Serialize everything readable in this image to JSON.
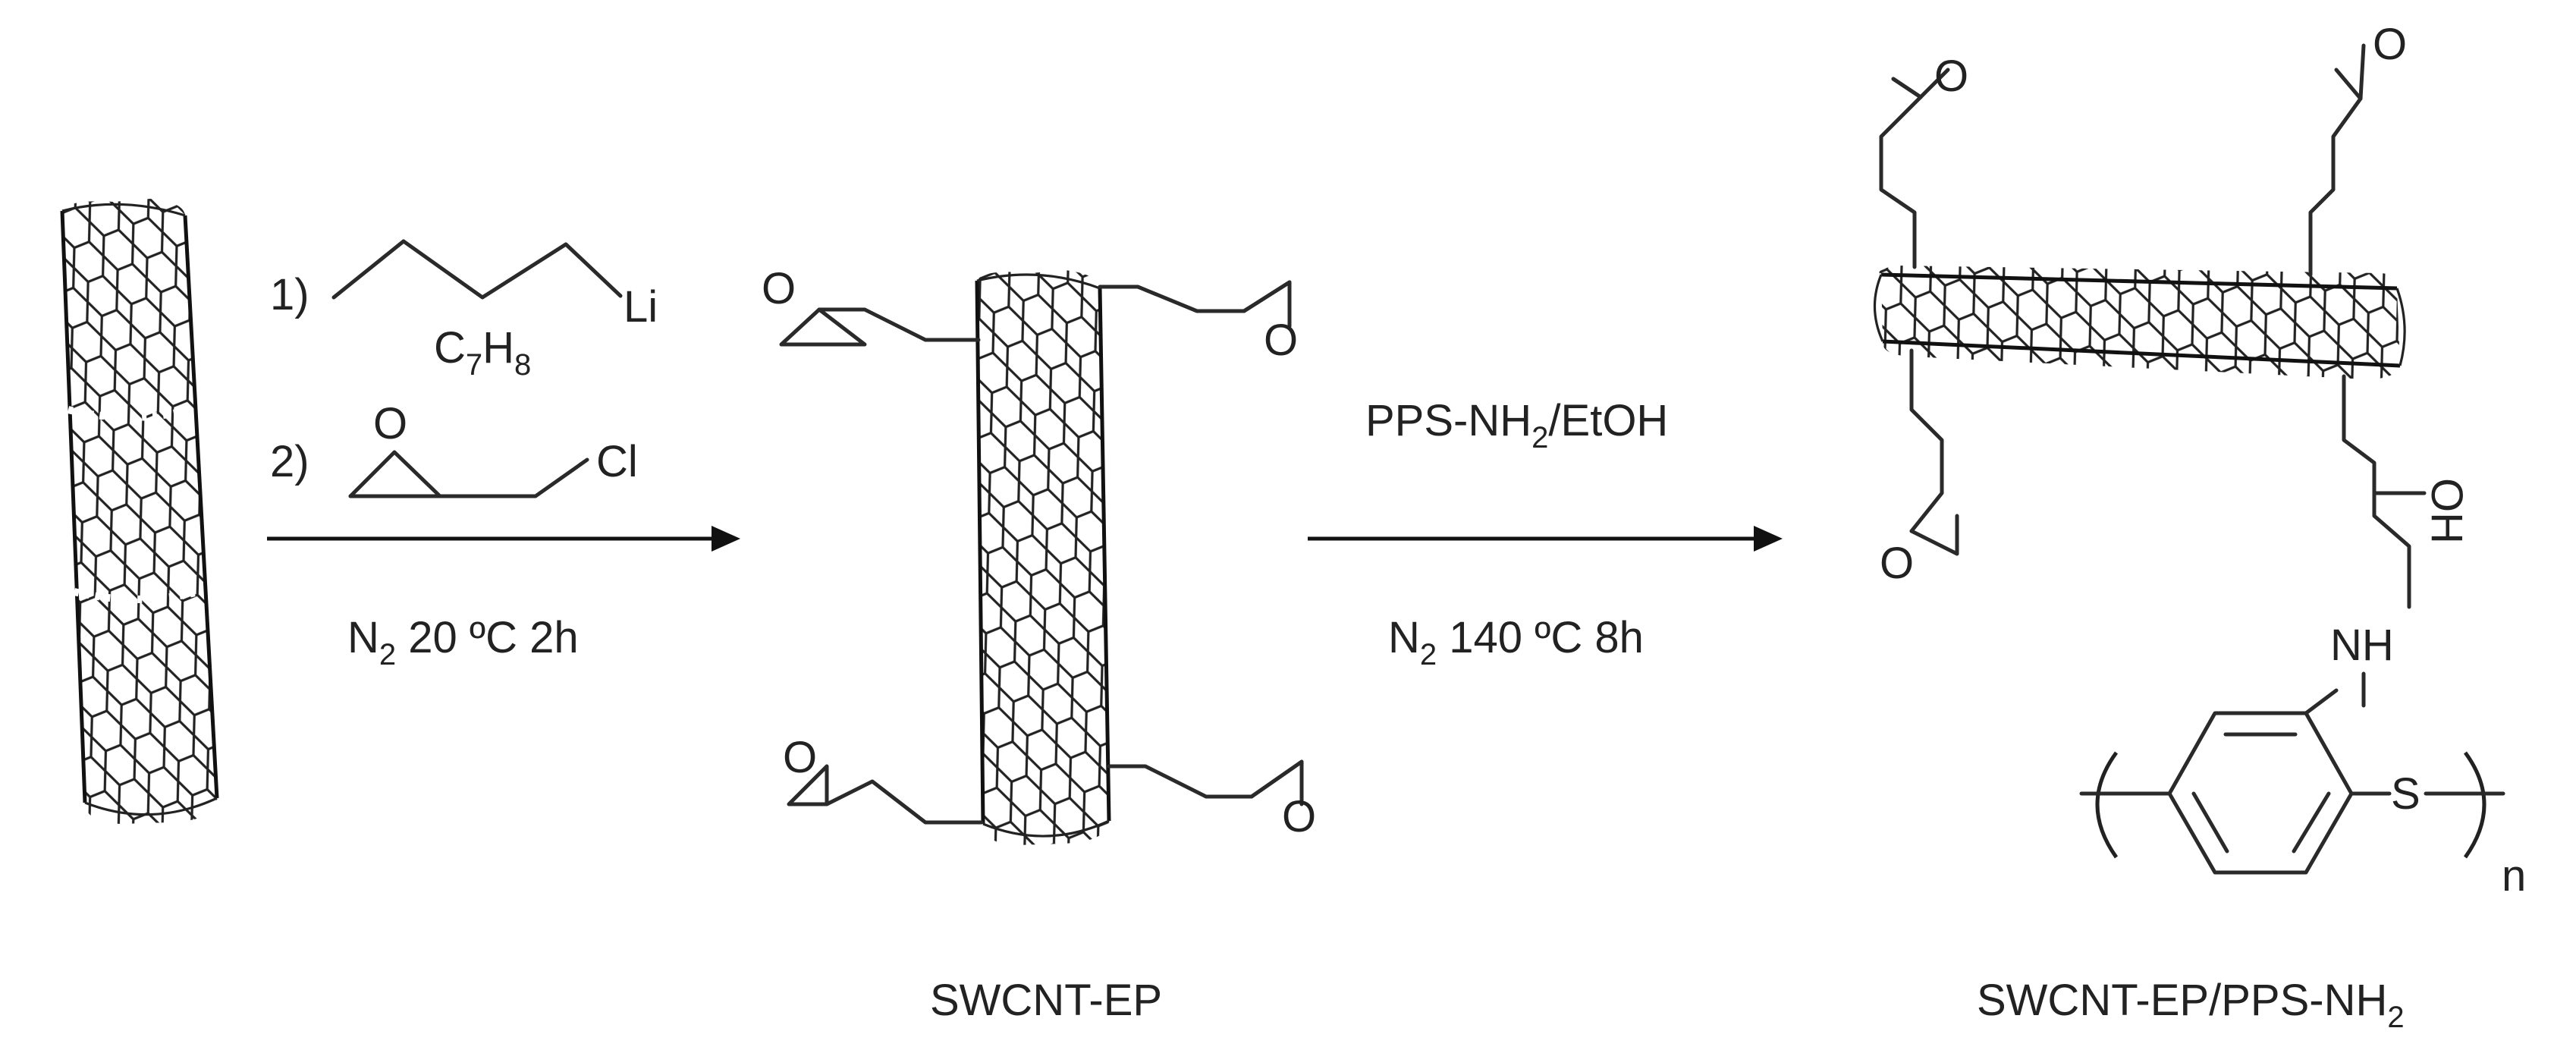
{
  "step1": {
    "reagent1_number": "1)",
    "reagent1_metal": "Li",
    "solvent_c": "C",
    "solvent_c_sub": "7",
    "solvent_h": "H",
    "solvent_h_sub": "8",
    "reagent2_number": "2)",
    "reagent2_halogen": "Cl",
    "condition_n": "N",
    "condition_n_sub": "2",
    "condition_rest": " 20 ºC  2h"
  },
  "step2": {
    "reagent_main": "PPS-NH",
    "reagent_sub": "2",
    "reagent_tail": "/EtOH",
    "condition_n": "N",
    "condition_n_sub": "2",
    "condition_rest": " 140 ºC  8h"
  },
  "epoxide_oxygen": "O",
  "product2": {
    "hydroxyl": "OH",
    "amine": "NH",
    "sulfur": "S",
    "repeat_index": "n"
  },
  "labels": {
    "intermediate": "SWCNT-EP",
    "product_main": "SWCNT-EP/PPS-NH",
    "product_sub": "2"
  }
}
